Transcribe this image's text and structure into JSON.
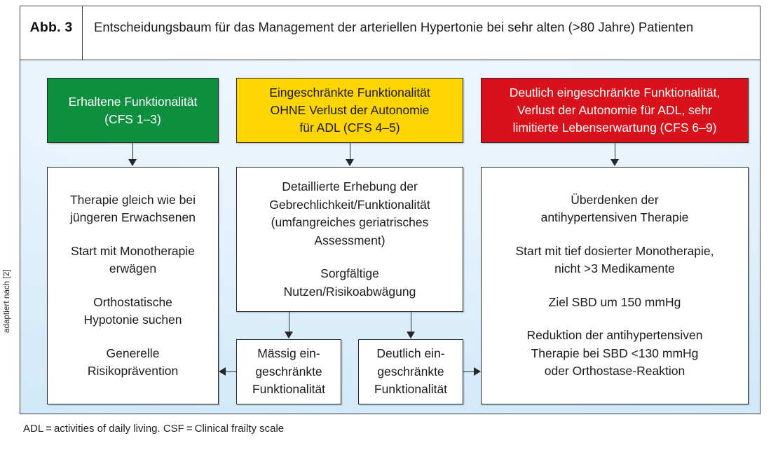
{
  "figure": {
    "label": "Abb. 3",
    "caption_line1": "Entscheidungsbaum für das Management der arteriellen Hypertonie bei sehr alten",
    "caption_line2": "(>80 Jahre) Patienten",
    "credit": "adaptiert nach [2]",
    "footnote": "ADL = activities of daily living. CSF = Clinical frailty scale"
  },
  "colors": {
    "green": "#0d8f3f",
    "yellow": "#fcd503",
    "red": "#d9111b",
    "canvas_background": "#e4f1fc",
    "border": "#262626"
  },
  "nodes": {
    "green_header": {
      "color": "green",
      "lines": [
        "Erhaltene Funktionalität",
        "(CFS 1–3)"
      ]
    },
    "yellow_header": {
      "color": "yellow",
      "lines": [
        "Eingeschränkte Funktionalität",
        "OHNE Verlust der Autonomie",
        "für ADL (CFS 4–5)"
      ]
    },
    "red_header": {
      "color": "red",
      "lines": [
        "Deutlich eingeschränkte Funktionalität,",
        "Verlust der Autonomie für ADL, sehr",
        "limitierte Lebenserwartung (CFS 6–9)"
      ]
    },
    "left_body": {
      "paragraphs": [
        [
          "Therapie gleich wie bei",
          "jüngeren Erwachsenen"
        ],
        [
          "Start mit Monotherapie",
          "erwägen"
        ],
        [
          "Orthostatische",
          "Hypotonie suchen"
        ],
        [
          "Generelle",
          "Risikoprävention"
        ]
      ]
    },
    "middle_body": {
      "paragraphs": [
        [
          "Detaillierte Erhebung der",
          "Gebrechlichkeit/Funktionalität",
          "(umfangreiches geriatrisches",
          "Assessment)"
        ],
        [
          "Sorgfältige",
          "Nutzen/Risikoabwägung"
        ]
      ]
    },
    "right_body": {
      "paragraphs": [
        [
          "Überdenken der",
          "antihypertensiven Therapie"
        ],
        [
          "Start mit tief dosierter Monotherapie,",
          "nicht >3 Medikamente"
        ],
        [
          "Ziel SBD um 150 mmHg"
        ],
        [
          "Reduktion der antihypertensiven",
          "Therapie bei SBD <130 mmHg",
          "oder Orthostase-Reaktion"
        ]
      ]
    },
    "outcome_moderate": {
      "lines": [
        "Mässig ein-",
        "geschränkte",
        "Funktionalität"
      ]
    },
    "outcome_severe": {
      "lines": [
        "Deutlich ein-",
        "geschränkte",
        "Funktionalität"
      ]
    }
  }
}
